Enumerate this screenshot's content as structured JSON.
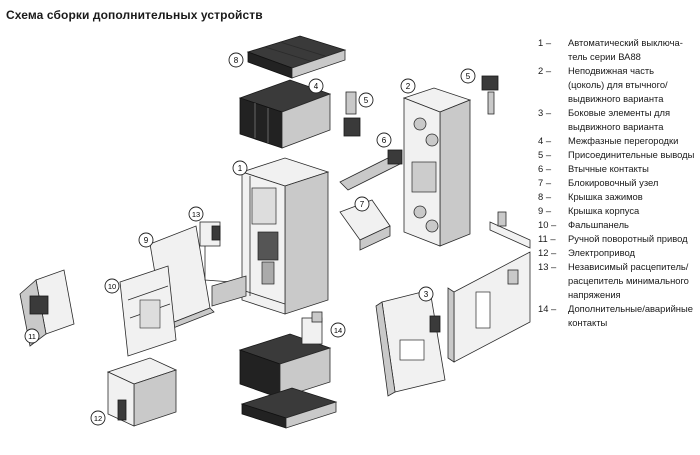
{
  "title": "Схема сборки дополнительных устройств",
  "legend": [
    {
      "num": "1 –",
      "lines": [
        "Автоматический выключа-",
        "тель серии ВА88"
      ]
    },
    {
      "num": "2 –",
      "lines": [
        "Неподвижная часть",
        "(цоколь) для втычного/",
        "выдвижного варианта"
      ]
    },
    {
      "num": "3 –",
      "lines": [
        "Боковые элементы для",
        "выдвижного варианта"
      ]
    },
    {
      "num": "4 –",
      "lines": [
        "Межфазные перегородки"
      ]
    },
    {
      "num": "5 –",
      "lines": [
        "Присоединительные выводы"
      ]
    },
    {
      "num": "6 –",
      "lines": [
        "Втычные контакты"
      ]
    },
    {
      "num": "7 –",
      "lines": [
        "Блокировочный узел"
      ]
    },
    {
      "num": "8 –",
      "lines": [
        "Крышка зажимов"
      ]
    },
    {
      "num": "9 –",
      "lines": [
        "Крышка корпуса"
      ]
    },
    {
      "num": "10 –",
      "lines": [
        "Фальшпанель"
      ]
    },
    {
      "num": "11 –",
      "lines": [
        "Ручной поворотный привод"
      ]
    },
    {
      "num": "12 –",
      "lines": [
        "Электропривод"
      ]
    },
    {
      "num": "13 –",
      "lines": [
        "Независимый расцепитель/",
        "расцепитель минимального",
        "напряжения"
      ]
    },
    {
      "num": "14 –",
      "lines": [
        "Дополнительные/аварийные",
        "контакты"
      ]
    }
  ],
  "callouts": [
    "1",
    "2",
    "3",
    "4",
    "5",
    "5",
    "6",
    "7",
    "8",
    "9",
    "10",
    "11",
    "12",
    "13",
    "14"
  ]
}
